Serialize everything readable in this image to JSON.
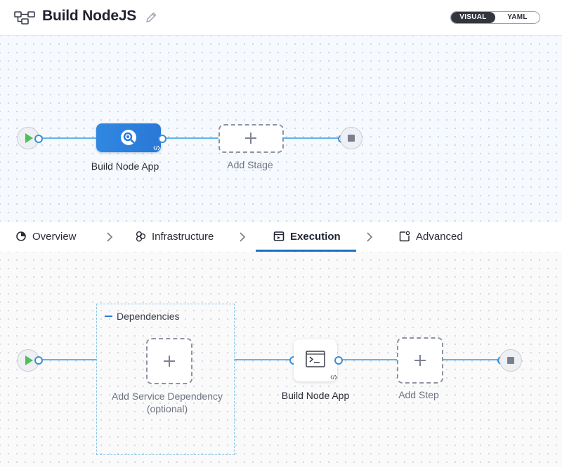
{
  "header": {
    "title": "Build NodeJS",
    "toggle": {
      "visual": "VISUAL",
      "yaml": "YAML",
      "selected": "VISUAL"
    }
  },
  "stage_graph": {
    "stage_label": "Build Node App",
    "add_stage_label": "Add Stage"
  },
  "tabs": [
    {
      "label": "Overview",
      "icon": "overview-icon"
    },
    {
      "label": "Infrastructure",
      "icon": "infrastructure-icon"
    },
    {
      "label": "Execution",
      "icon": "execution-icon",
      "active": true
    },
    {
      "label": "Advanced",
      "icon": "advanced-icon"
    }
  ],
  "execution_graph": {
    "dependencies_title": "Dependencies",
    "add_service_dependency_line1": "Add Service Dependency",
    "add_service_dependency_line2": "(optional)",
    "step_label": "Build Node App",
    "add_step_label": "Add Step"
  },
  "colors": {
    "accent": "#1b72c7",
    "stage_node": "#2a78d8",
    "connector": "#5fb4e7",
    "start": "#4fbf5a"
  }
}
